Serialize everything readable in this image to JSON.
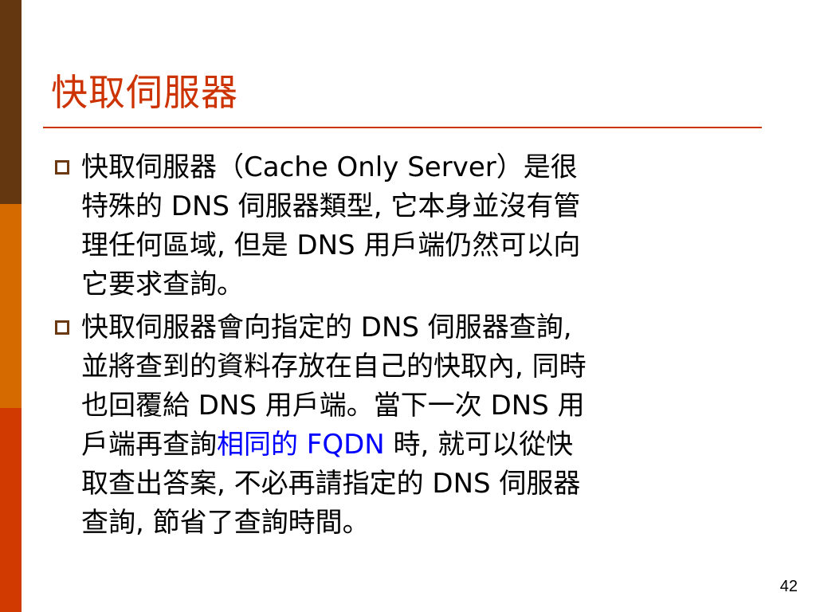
{
  "colors": {
    "accent_top": "#653711",
    "accent_middle": "#d56a00",
    "accent_bottom": "#d13a00",
    "title_color": "#cc3300",
    "rule_color": "#cc3300",
    "bullet_marker": "#6b3a12",
    "highlight_color": "#0000ff"
  },
  "slide": {
    "title": "快取伺服器",
    "page_number": "42"
  },
  "bullets": [
    {
      "marker_icon": "hollow-square-bullet-icon",
      "lines": [
        "快取伺服器（Cache Only Server）是很",
        "特殊的 DNS 伺服器類型, 它本身並沒有管",
        "理任何區域, 但是 DNS 用戶端仍然可以向",
        "它要求查詢。"
      ]
    },
    {
      "marker_icon": "hollow-square-bullet-icon",
      "lines": [
        "快取伺服器會向指定的 DNS 伺服器查詢,",
        "並將查到的資料存放在自己的快取內, 同時",
        "也回覆給 DNS 用戶端。當下一次 DNS 用"
      ],
      "highlight_line": {
        "before": "戶端再查詢",
        "highlight": "相同的 FQDN",
        "after": " 時, 就可以從快"
      },
      "lines_after": [
        "取查出答案, 不必再請指定的 DNS 伺服器",
        "查詢, 節省了查詢時間。"
      ]
    }
  ]
}
